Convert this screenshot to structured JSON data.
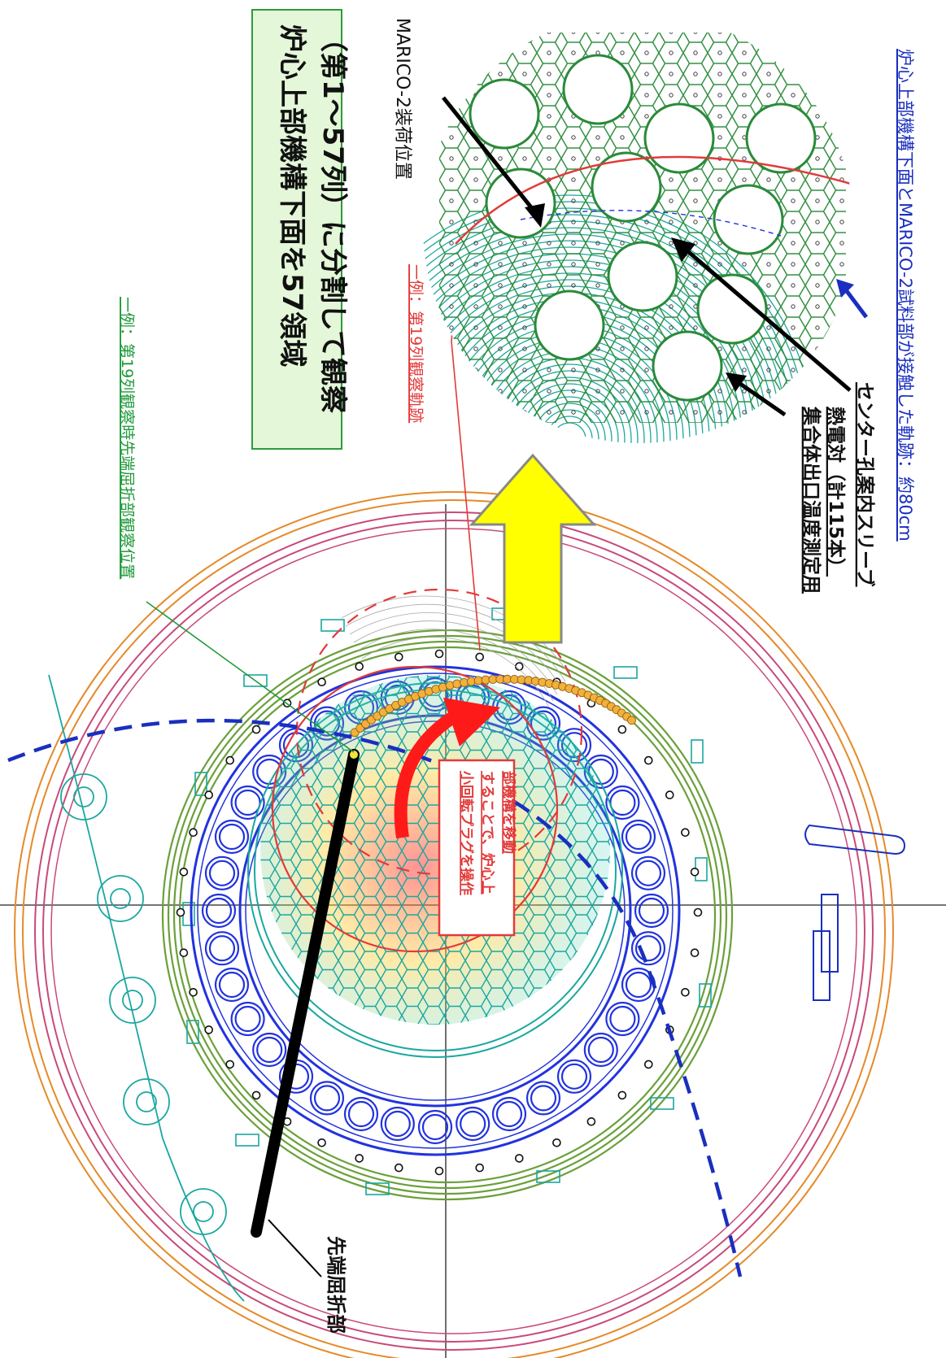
{
  "title_box": {
    "line1": "炉心上部機構下面を57領域",
    "line2": "（第1～57列）に分割して観察"
  },
  "labels": {
    "marico_position": "MARICO-2装荷位置",
    "row19_track": "一例：第19列観察軌跡",
    "row19_bend_position": "一例：第19列観察時先端屈折部観察位置",
    "thermocouple_line1": "集合体出口温度測定用",
    "thermocouple_line2": "熱電対（計115本）",
    "center_hole_sleeve": "センター孔案内スリーブ",
    "contact_trace": "炉心上部機構下面とMARICO-2試料部が接触した軌跡：約80cm",
    "tip_bend": "先端屈折部",
    "plug_note_line1": "小回転プラグを操作",
    "plug_note_line2": "することで、炉心上",
    "plug_note_line3": "部機構を移動"
  },
  "colors": {
    "title_box_fill": "#e4f7d8",
    "title_box_border": "#2f9a3a",
    "green_text": "#1f9a3a",
    "red_text": "#e23a3a",
    "blue_text": "#1a2fbf",
    "yellow_arrow": "#ffff00",
    "core_blue": "#2233dd",
    "green_rings": "#6aa03a",
    "outer_orange": "#e58a2a",
    "outer_pink": "#c84a7a",
    "teal": "#1aa7a0"
  }
}
